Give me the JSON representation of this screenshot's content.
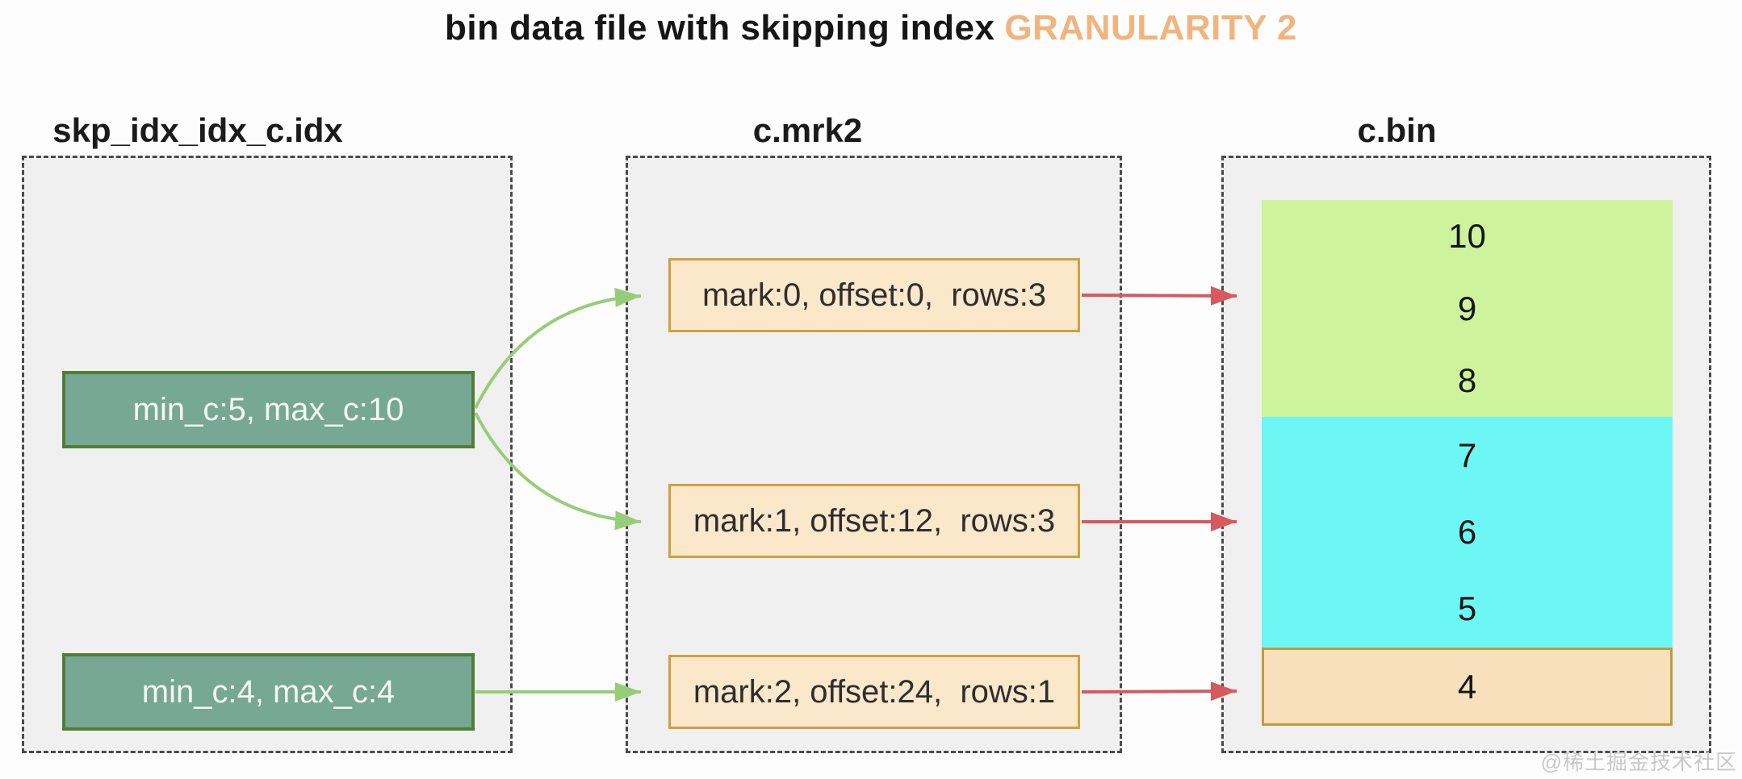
{
  "title": {
    "main": "bin data file with skipping index",
    "highlight": "GRANULARITY 2"
  },
  "columns": [
    {
      "id": "skip-index-file",
      "header": "skp_idx_idx_c.idx",
      "boxes": [
        {
          "label": "min_c:5, max_c:10"
        },
        {
          "label": "min_c:4, max_c:4"
        }
      ]
    },
    {
      "id": "mark-file",
      "header": "c.mrk2",
      "boxes": [
        {
          "label": "mark:0, offset:0,  rows:3"
        },
        {
          "label": "mark:1, offset:12,  rows:3"
        },
        {
          "label": "mark:2, offset:24,  rows:1"
        }
      ]
    },
    {
      "id": "bin-file",
      "header": "c.bin",
      "segments": [
        {
          "color": "#cdf49c",
          "values": [
            "10",
            "9",
            "8"
          ]
        },
        {
          "color": "#6cf6f4",
          "values": [
            "7",
            "6",
            "5"
          ]
        },
        {
          "color": "#f8e0bc",
          "values": [
            "4"
          ]
        }
      ]
    }
  ],
  "watermark": "@稀土掘金技术社区",
  "colors": {
    "title_highlight": "#f2b47e",
    "arrow_green": "#97cd79",
    "arrow_red": "#d6595d",
    "idx_box_fill": "#77a795",
    "idx_box_border": "#507e36",
    "mark_box_fill": "#fbe7ca",
    "mark_box_border": "#cda23f",
    "bin_green": "#cdf49c",
    "bin_cyan": "#6cf6f4",
    "bin_orange_fill": "#f8e0bc",
    "bin_orange_border": "#c09c3c"
  }
}
